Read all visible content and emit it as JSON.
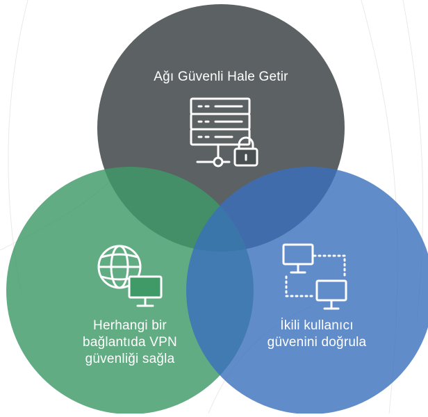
{
  "diagram": {
    "type": "venn",
    "circles": [
      {
        "id": "top",
        "color": "#4a5052",
        "icon": "server-lock-icon",
        "label_lines": [
          "Ağı Güvenli Hale Getir"
        ]
      },
      {
        "id": "left",
        "color": "#3f9a68",
        "icon": "globe-monitor-icon",
        "label_lines": [
          "Herhangi bir",
          "bağlantıda VPN",
          "güvenliği sağla"
        ]
      },
      {
        "id": "right",
        "color": "#3a6fbd",
        "icon": "connected-computers-icon",
        "label_lines": [
          "İkili kullanıcı",
          "güvenini doğrula"
        ]
      }
    ],
    "background_color": "#ffffff",
    "decoration_line_color": "#e6e6e6"
  }
}
